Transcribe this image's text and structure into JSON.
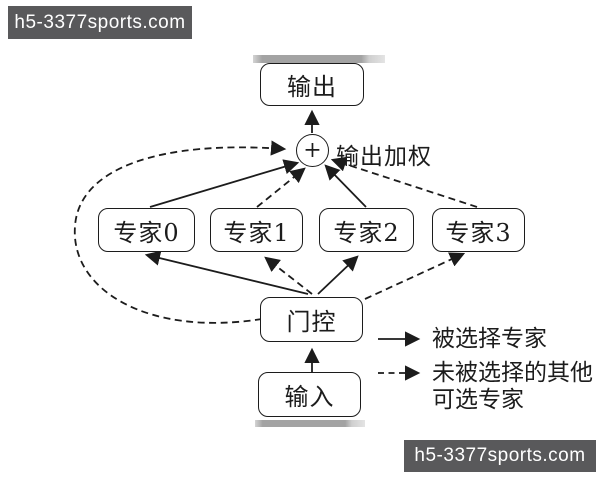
{
  "watermark_top": {
    "text": "h5-3377sports.com"
  },
  "watermark_bottom": {
    "text": "h5-3377sports.com"
  },
  "diagram": {
    "output_box": {
      "label": "输出"
    },
    "sum_node": {
      "symbol": "+",
      "label": "输出加权"
    },
    "experts": [
      {
        "label": "专家0"
      },
      {
        "label": "专家1"
      },
      {
        "label": "专家2"
      },
      {
        "label": "专家3"
      }
    ],
    "gate_box": {
      "label": "门控"
    },
    "input_box": {
      "label": "输入"
    }
  },
  "legend": {
    "selected_label": "被选择专家",
    "unselected_label_line1": "未被选择的其他",
    "unselected_label_line2": "可选专家"
  },
  "colors": {
    "line": "#1c1c1c",
    "watermark_bg": "#59595b",
    "watermark_text": "#ffffff",
    "strip_gray": "#a3a3a3",
    "background": "#ffffff"
  }
}
